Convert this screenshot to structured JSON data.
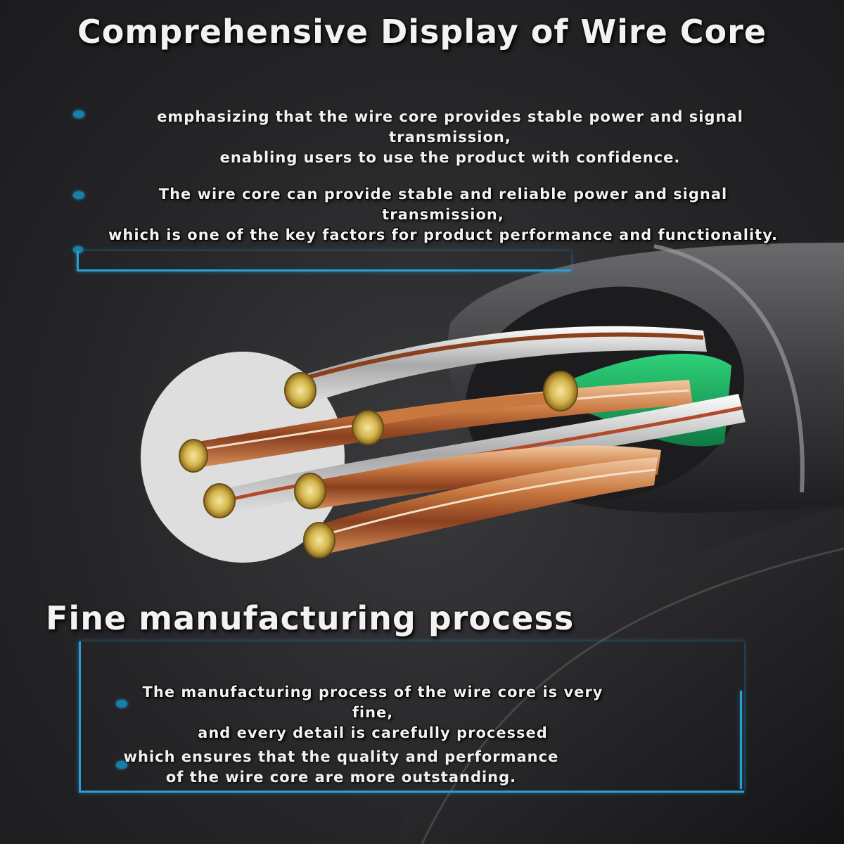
{
  "title": "Comprehensive Display of Wire Core",
  "section1": {
    "points": [
      "emphasizing that the wire core provides stable power and signal transmission,\nenabling users to use the product with confidence.",
      "The wire core can provide stable and reliable power and signal transmission,\nwhich is one of the key factors for product performance and functionality."
    ]
  },
  "section2": {
    "heading": "Fine manufacturing process",
    "points": [
      "The manufacturing process of the wire core is very fine,\nand every detail is carefully processed",
      "which ensures that the quality and performance\nof the wire core are more outstanding."
    ]
  },
  "colors": {
    "accent": "#2a9fd6",
    "background": "#262628",
    "copper": "#c87a45",
    "green_core": "#1fa060"
  }
}
